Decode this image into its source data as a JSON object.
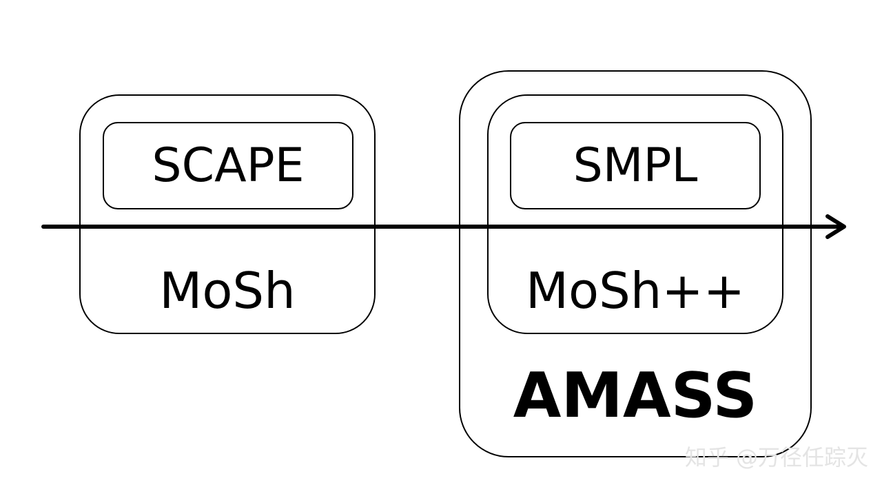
{
  "nodes": {
    "scape": "SCAPE",
    "mosh": "MoSh",
    "smpl": "SMPL",
    "moshpp": "MoSh++",
    "amass": "AMASS"
  },
  "watermark": "知乎 @万径任踪灭",
  "colors": {
    "stroke": "#000000",
    "background": "#ffffff",
    "watermark": "#e4e4e4"
  }
}
